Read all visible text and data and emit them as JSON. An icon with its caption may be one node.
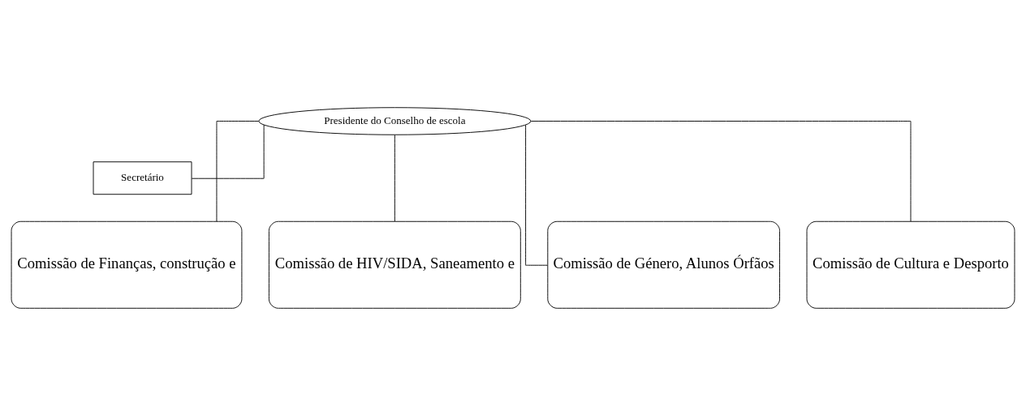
{
  "diagram": {
    "nodes": [
      {
        "text": [
          "Presidente do Conselho de escola"
        ]
      },
      {
        "text": [
          "Secretário"
        ]
      },
      {
        "text": [
          "Comissão de Finanças, construção e"
        ]
      },
      {
        "text": [
          "Comissão de HIV/SIDA, Saneamento e"
        ]
      },
      {
        "text": [
          "Comissão de Género, Alunos Órfãos"
        ]
      },
      {
        "text": [
          "Comissão de Cultura e Desporto"
        ]
      }
    ],
    "edges": [
      {
        "from": 0,
        "to": 1,
        "arrow": "none"
      },
      {
        "from": 0,
        "to": 2,
        "arrow": "none"
      },
      {
        "from": 0,
        "to": 3,
        "arrow": "none"
      },
      {
        "from": 0,
        "to": 4,
        "arrow": "none"
      },
      {
        "from": 0,
        "to": 5,
        "arrow": "none"
      }
    ]
  }
}
